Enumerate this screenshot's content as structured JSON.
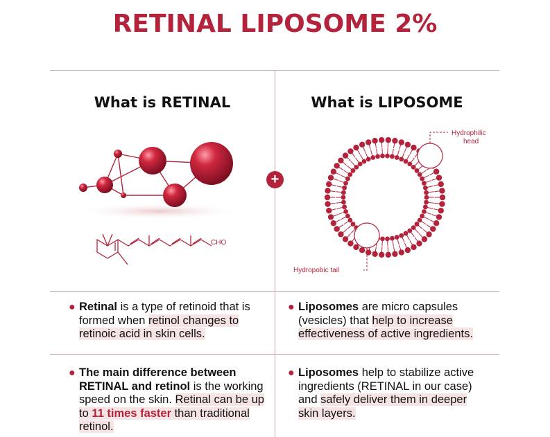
{
  "title": "RETINAL LIPOSOME 2%",
  "colors": {
    "accent": "#b3233b",
    "highlight": "#f6e4e5",
    "divider": "#c9a4ab"
  },
  "left": {
    "heading": "What is RETINAL",
    "molecule_formula_label": "CHO",
    "p1": {
      "strong": "Retinal",
      "text1": " is a type of retinoid that is formed when ",
      "highlight": "retinol changes to retinoic acid in skin cells."
    },
    "p2": {
      "strong": "The main difference between RETINAL and retinol",
      "text1": " is the working speed  on the skin. ",
      "highlight_a": "Retinal can be up to ",
      "emph": "11 times faster",
      "highlight_b": " than traditional retinol."
    }
  },
  "right": {
    "heading": "What is LIPOSOME",
    "label_head_1": "Hydrophilic",
    "label_head_2": "head",
    "label_tail": "Hydropobic tail",
    "p1": {
      "strong": "Liposomes",
      "text1": " are micro capsules (vesicles) that ",
      "highlight": "help to increase effectiveness of active ingredients."
    },
    "p2": {
      "strong": "Liposomes",
      "text1": " help to stabilize active ingredients (RETINAL in our case) and ",
      "highlight": "safely deliver them in deeper skin layers."
    }
  },
  "plus_symbol": "+"
}
